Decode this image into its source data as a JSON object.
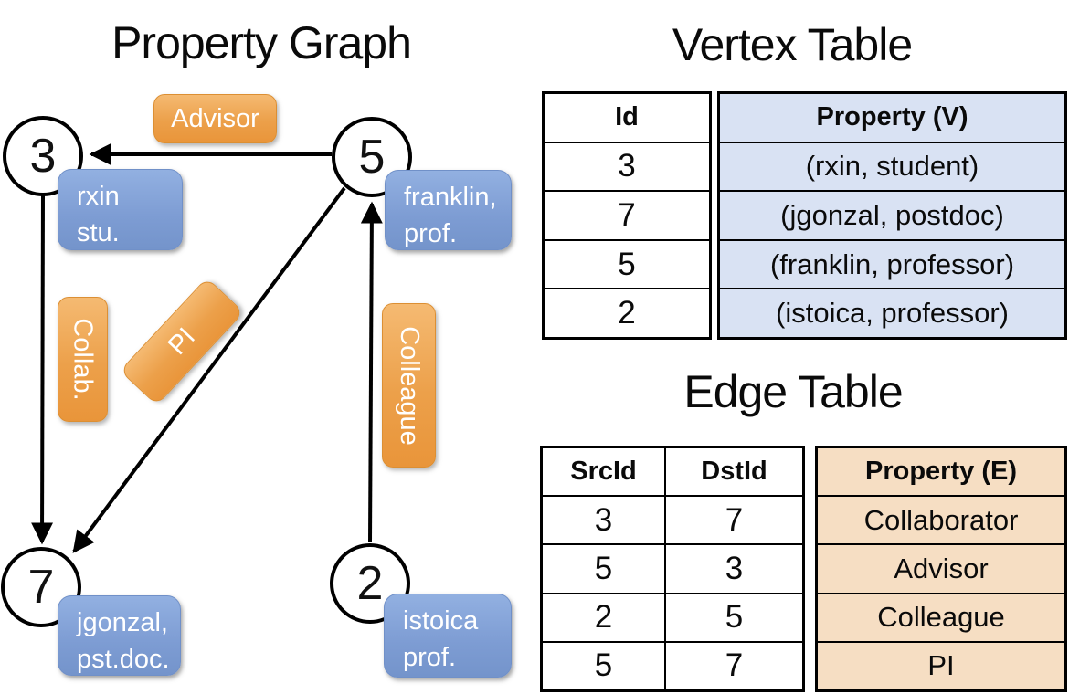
{
  "graph": {
    "title": "Property Graph",
    "vertices": [
      {
        "id": "3",
        "lines": [
          "rxin",
          "stu."
        ]
      },
      {
        "id": "5",
        "lines": [
          "franklin,",
          "prof."
        ]
      },
      {
        "id": "7",
        "lines": [
          "jgonzal,",
          "pst.doc."
        ]
      },
      {
        "id": "2",
        "lines": [
          "istoica",
          "prof."
        ]
      }
    ],
    "edges": [
      {
        "from": "5",
        "to": "3",
        "label": "Advisor"
      },
      {
        "from": "3",
        "to": "7",
        "label": "Collab."
      },
      {
        "from": "5",
        "to": "7",
        "label": "PI"
      },
      {
        "from": "2",
        "to": "5",
        "label": "Colleague"
      }
    ]
  },
  "vertex_table": {
    "title": "Vertex Table",
    "columns": [
      "Id",
      "Property (V)"
    ],
    "rows": [
      [
        "3",
        "(rxin, student)"
      ],
      [
        "7",
        "(jgonzal, postdoc)"
      ],
      [
        "5",
        "(franklin, professor)"
      ],
      [
        "2",
        "(istoica, professor)"
      ]
    ]
  },
  "edge_table": {
    "title": "Edge Table",
    "columns": [
      "SrcId",
      "DstId",
      "Property (E)"
    ],
    "rows": [
      [
        "3",
        "7",
        "Collaborator"
      ],
      [
        "5",
        "3",
        "Advisor"
      ],
      [
        "2",
        "5",
        "Colleague"
      ],
      [
        "5",
        "7",
        "PI"
      ]
    ]
  },
  "colors": {
    "edge_label_orange_top": "#F5BA72",
    "edge_label_orange_bottom": "#E9953A",
    "vertex_label_blue_top": "#92B0E1",
    "vertex_label_blue_bottom": "#7494CB",
    "vertex_table_fill": "#D9E2F3",
    "edge_table_fill": "#F6DEC3",
    "line_color": "#000000"
  }
}
